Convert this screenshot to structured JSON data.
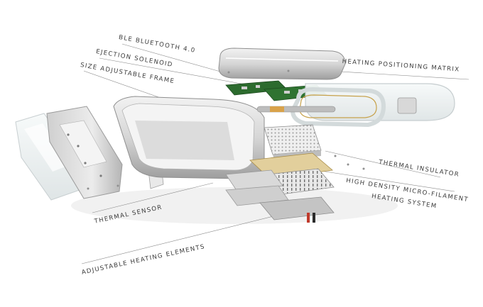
{
  "labels": {
    "ble_bluetooth": "BLE BLUETOOTH 4.0",
    "ejection_solenoid": "EJECTION SOLENOID",
    "size_adjustable_frame": "SIZE ADJUSTABLE FRAME",
    "heating_positioning_matrix": "HEATING POSITIONING MATRIX",
    "thermal_insulator": "THERMAL INSULATOR",
    "high_density_line1": "HIGH DENSITY MICRO-FILAMENT",
    "high_density_line2": "HEATING SYSTEM",
    "thermal_sensor": "THERMAL SENSOR",
    "adjustable_heating_elements": "ADJUSTABLE HEATING ELEMENTS"
  },
  "colors": {
    "label_text": "#3c3c3c",
    "leader_line": "#8a8a8a",
    "aluminum_light": "#e6e6e6",
    "aluminum_dark": "#a9a9a9",
    "pcb_green": "#2c6b2e",
    "filament_gold": "#c6a14a",
    "glass": "#eef2f3"
  }
}
